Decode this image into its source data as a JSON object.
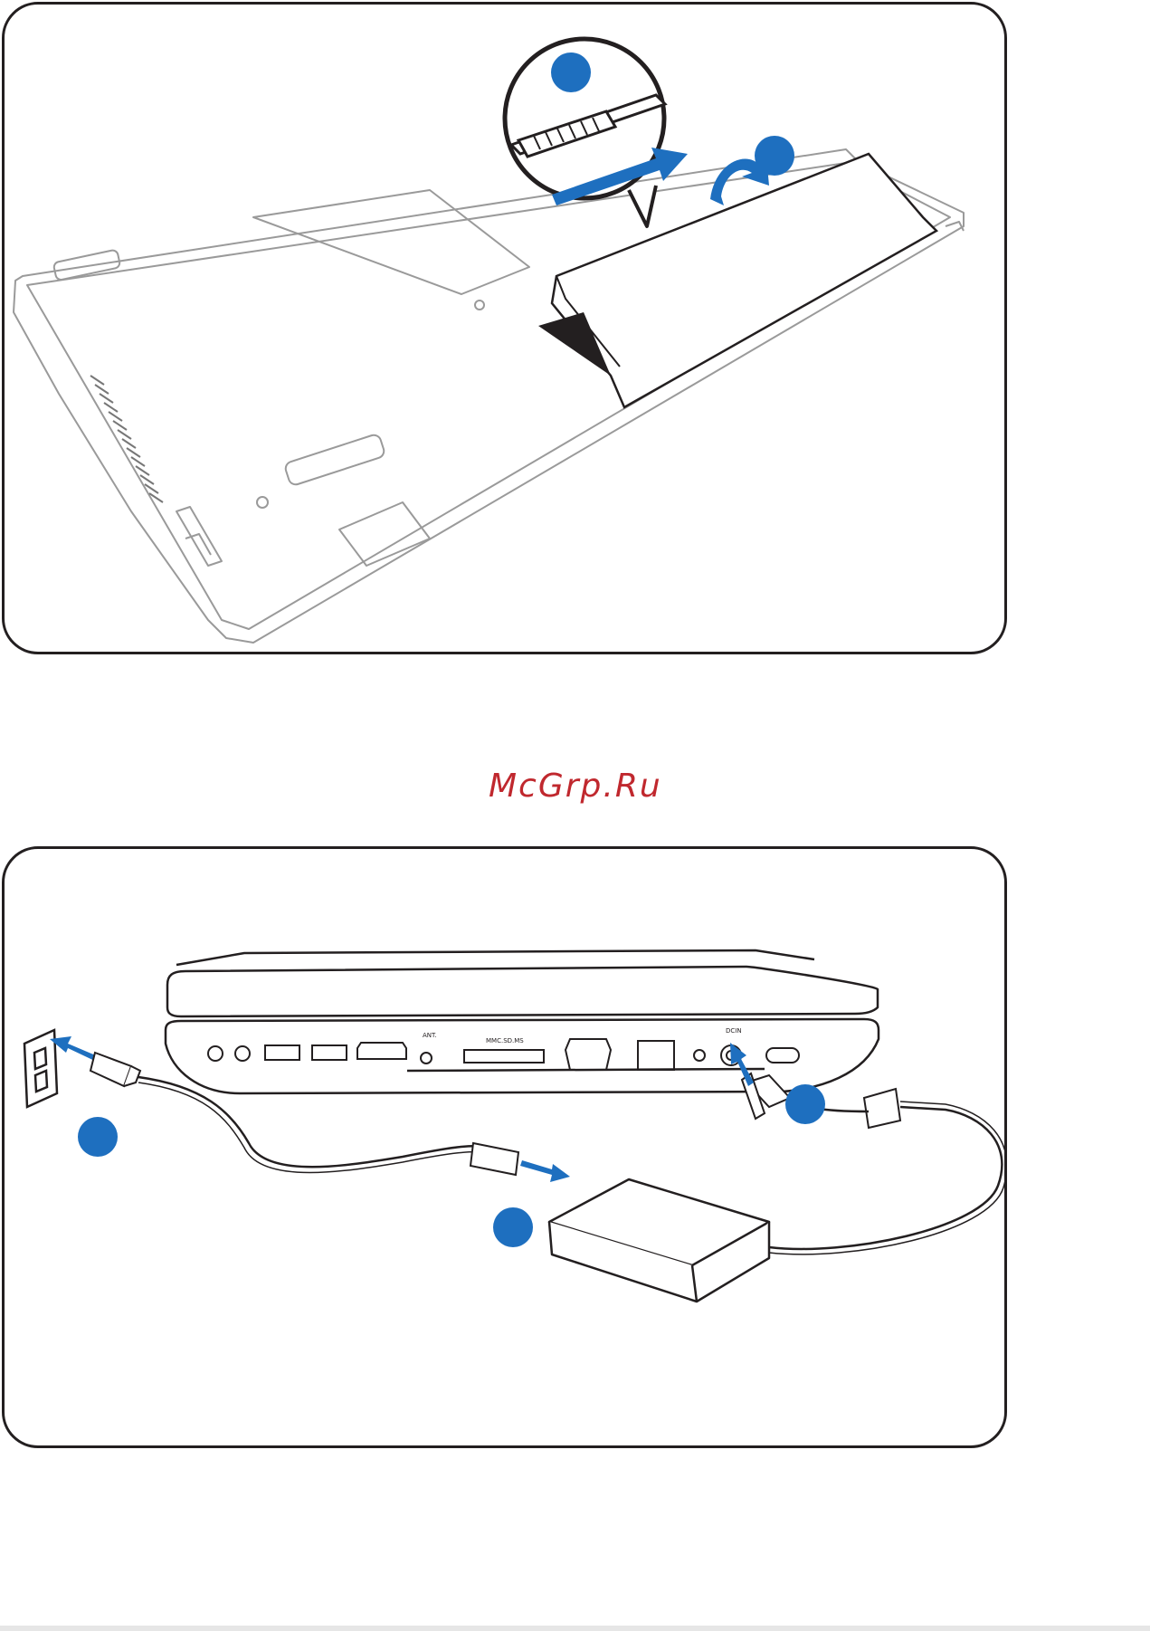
{
  "watermark": {
    "text": "McGrp.Ru",
    "color": "#c0282e"
  },
  "colors": {
    "line": "#9a9a9a",
    "dark": "#231f20",
    "accent": "#1e6fbf"
  },
  "figure_battery": {
    "steps": 2,
    "icons": [
      "battery-lock-icon",
      "slide-arrow-icon",
      "lift-arrow-icon"
    ]
  },
  "figure_power": {
    "steps": 3,
    "port_labels": {
      "card_reader": "MMC.SD.MS",
      "antenna": "ANT.",
      "dc_in": "DCIN"
    },
    "icons": [
      "wall-outlet-icon",
      "plug-arrow-icon",
      "adapter-icon",
      "dc-arrow-icon"
    ]
  }
}
